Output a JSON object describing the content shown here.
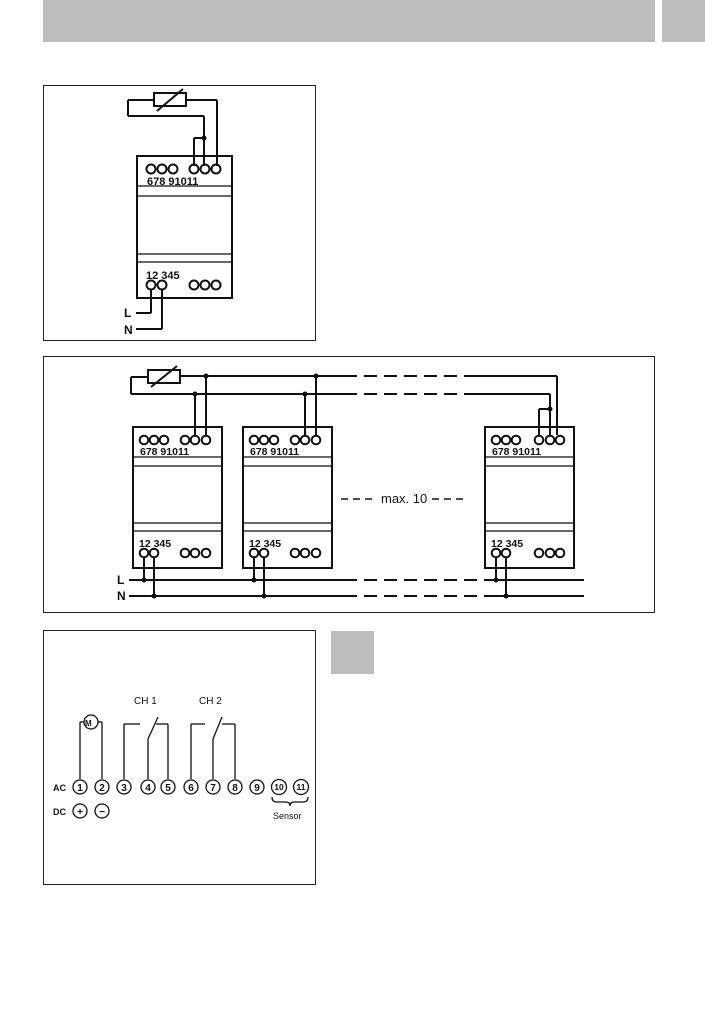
{
  "header": {},
  "diagram_single": {
    "terminals_top": "678 91011",
    "terminals_bottom": "12 345",
    "label_L": "L",
    "label_N": "N"
  },
  "diagram_multi": {
    "max_label": "max. 10",
    "label_L": "L",
    "label_N": "N",
    "device_top_terminals": "678 91011",
    "device_bottom_terminals": "12 345"
  },
  "diagram_terminals": {
    "ch1_label": "CH 1",
    "ch2_label": "CH 2",
    "ac_label": "AC",
    "dc_label": "DC",
    "terminals": [
      "1",
      "2",
      "3",
      "4",
      "5",
      "6",
      "7",
      "8",
      "9",
      "10",
      "11"
    ],
    "dc_plus": "+",
    "dc_minus": "−",
    "motor_symbol": "M",
    "sensor_label": "Sensor"
  }
}
